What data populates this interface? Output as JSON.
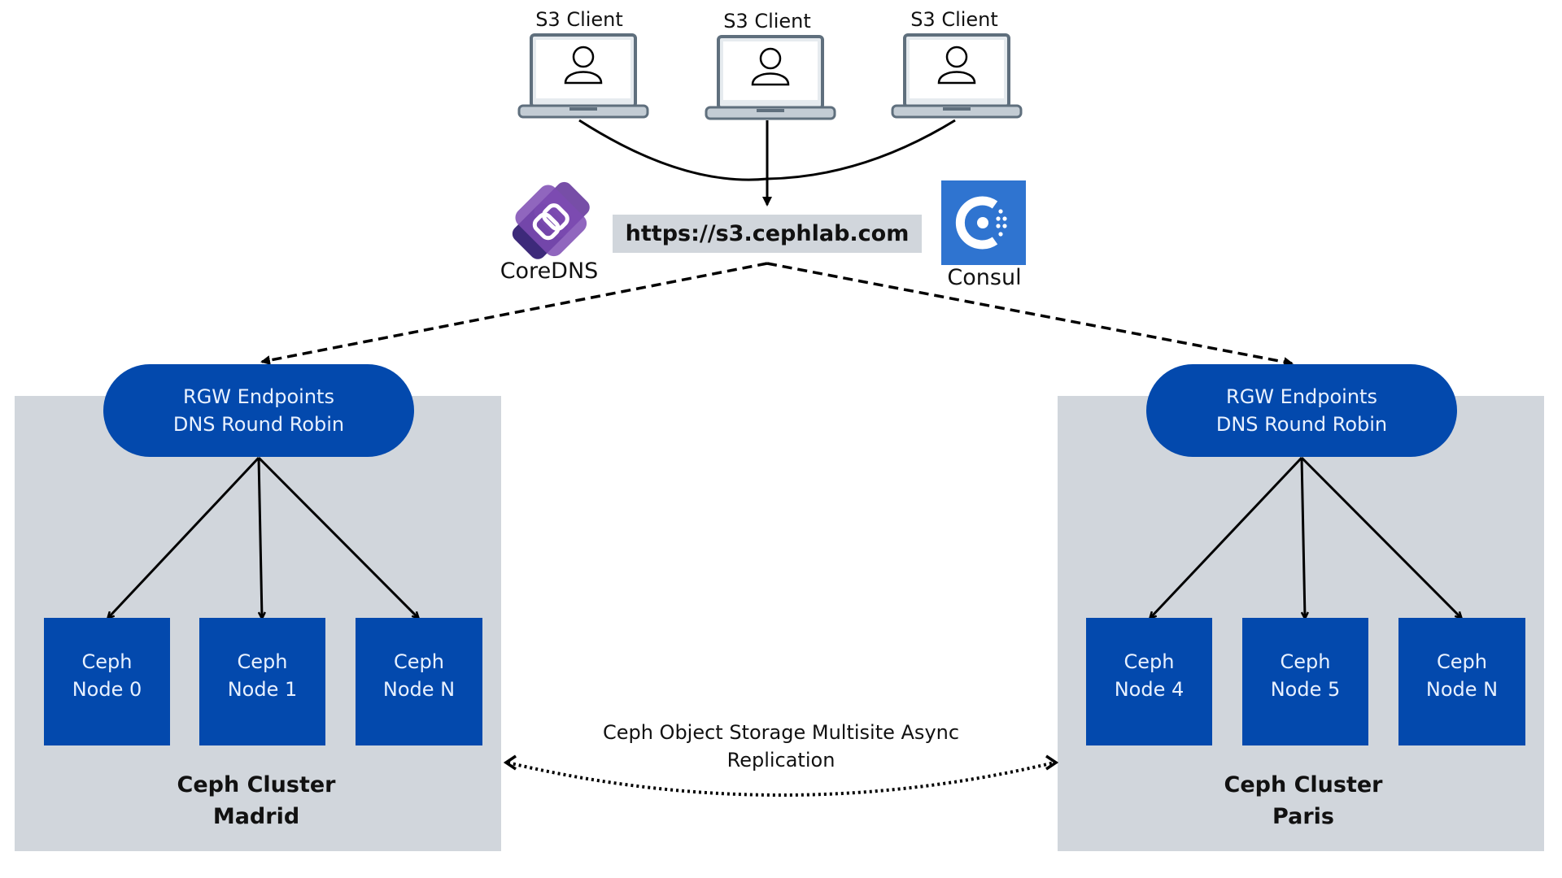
{
  "clients": [
    {
      "label": "S3 Client",
      "icon": "laptop-user-icon"
    },
    {
      "label": "S3 Client",
      "icon": "laptop-user-icon"
    },
    {
      "label": "S3 Client",
      "icon": "laptop-user-icon"
    }
  ],
  "endpoint": {
    "url": "https://s3.cephlab.com"
  },
  "dns_providers": [
    {
      "label": "CoreDNS",
      "icon": "coredns-logo-icon",
      "color": "#6b3fa0"
    },
    {
      "label": "Consul",
      "icon": "consul-logo-icon",
      "color": "#2f74d0"
    }
  ],
  "clusters": [
    {
      "name_line1": "Ceph Cluster",
      "name_line2": "Madrid",
      "rgw_line1": "RGW Endpoints",
      "rgw_line2": "DNS Round Robin",
      "nodes": [
        {
          "line1": "Ceph",
          "line2": "Node 0"
        },
        {
          "line1": "Ceph",
          "line2": "Node 1"
        },
        {
          "line1": "Ceph",
          "line2": "Node N"
        }
      ]
    },
    {
      "name_line1": "Ceph Cluster",
      "name_line2": "Paris",
      "rgw_line1": "RGW Endpoints",
      "rgw_line2": "DNS Round Robin",
      "nodes": [
        {
          "line1": "Ceph",
          "line2": "Node 4"
        },
        {
          "line1": "Ceph",
          "line2": "Node 5"
        },
        {
          "line1": "Ceph",
          "line2": "Node N"
        }
      ]
    }
  ],
  "replication": {
    "line1": "Ceph Object Storage Multisite Async",
    "line2": "Replication"
  },
  "colors": {
    "node_blue": "#0349ad",
    "cluster_gray": "#d1d6dc",
    "laptop_gray": "#5f6f7d"
  }
}
